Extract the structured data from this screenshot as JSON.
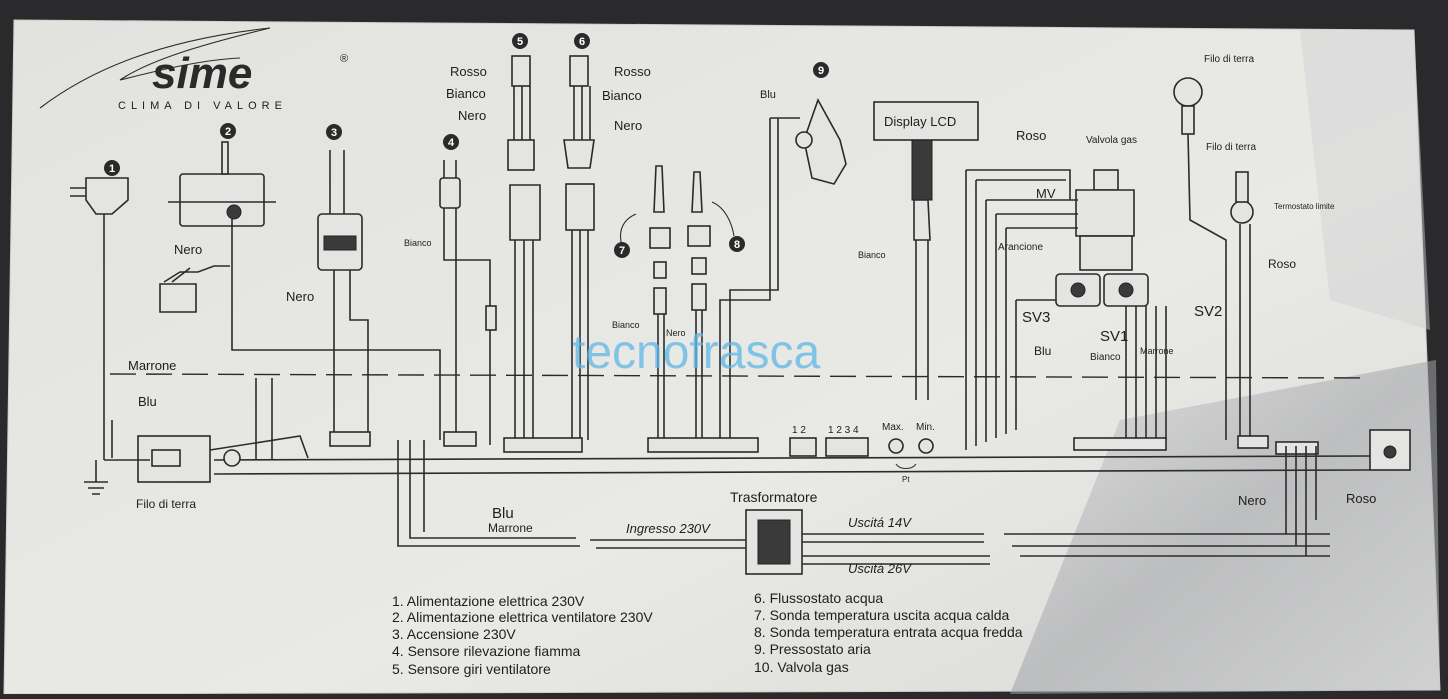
{
  "brand": {
    "name": "sime",
    "tagline": "CLIMA DI VALORE",
    "registered": "®"
  },
  "watermark": "tecnofrasca",
  "component_numbers": [
    "1",
    "2",
    "3",
    "4",
    "5",
    "6",
    "7",
    "8",
    "9"
  ],
  "wire_labels": {
    "rosso_5": "Rosso",
    "bianco_5": "Bianco",
    "nero_5": "Nero",
    "rosso_6": "Rosso",
    "bianco_6": "Bianco",
    "nero_6": "Nero",
    "blu_9": "Blu",
    "display": "Display LCD",
    "nero_2": "Nero",
    "bianco_4": "Bianco",
    "nero_3": "Nero",
    "marrone_1": "Marrone",
    "blu_1": "Blu",
    "filo_terra_bottom": "Filo di terra",
    "bianco_7": "Bianco",
    "nero_8": "Nero",
    "bianco_display": "Bianco",
    "roso_gas": "Roso",
    "valvola_gas": "Valvola gas",
    "mv": "MV",
    "arancione": "Arancione",
    "sv3": "SV3",
    "sv1": "SV1",
    "sv2": "SV2",
    "blu_gas": "Blu",
    "bianco_gas": "Bianco",
    "marrone_gas": "Marrone",
    "filo_terra_top": "Filo di terra",
    "filo_terra_mid": "Filo di terra",
    "termostato": "Termostato limite",
    "roso_right": "Roso",
    "nero_bottom_right": "Nero",
    "roso_bottom_right": "Roso",
    "blu_bottom": "Blu",
    "marrone_bottom": "Marrone",
    "trasformatore": "Trasformatore",
    "ingresso": "Ingresso 230V",
    "uscita14": "Uscitá 14V",
    "uscita26": "Uscitá 26V",
    "max": "Max.",
    "min": "Min.",
    "pt": "Pt",
    "pins_12": "1 2",
    "pins_1234": "1 2 3 4"
  },
  "legend_left": [
    "1. Alimentazione elettrica 230V",
    "2. Alimentazione elettrica ventilatore 230V",
    "3. Accensione 230V",
    "4. Sensore rilevazione fiamma",
    "5. Sensore giri ventilatore"
  ],
  "legend_right": [
    "6. Flussostato acqua",
    "7. Sonda temperatura uscita acqua calda",
    "8. Sonda temperatura entrata acqua fredda",
    "9. Pressostato aria",
    "10. Valvola gas"
  ],
  "colors": {
    "panel": "#e6e6e3",
    "ink": "#2a2a2a",
    "watermark": "#5fb7e6",
    "foil": "#b9babd"
  }
}
